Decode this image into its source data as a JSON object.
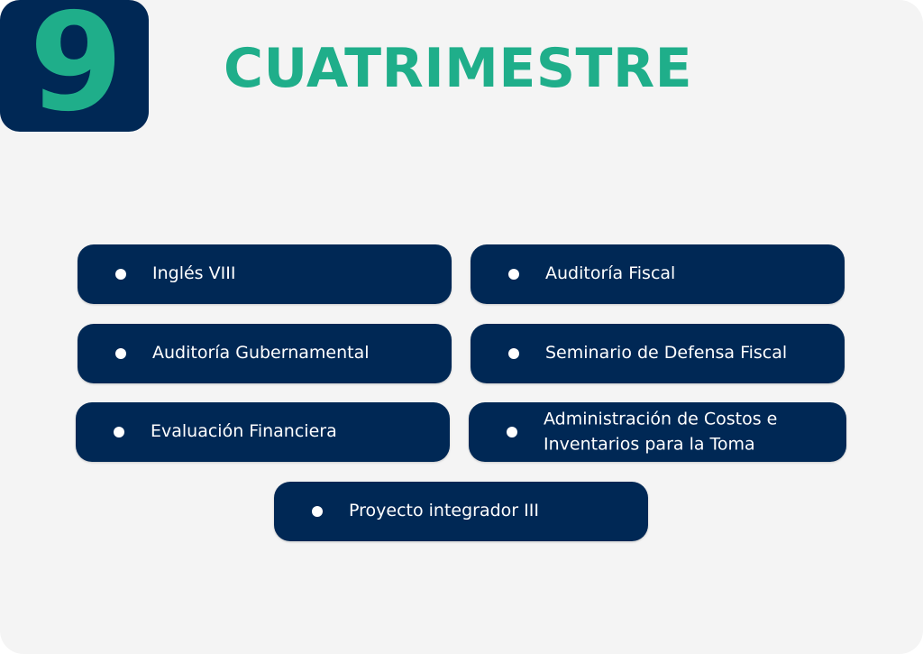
{
  "badge": {
    "number": "9"
  },
  "title": "CUATRIMESTRE",
  "colors": {
    "navy": "#002855",
    "accent_green": "#1fae8a",
    "background": "#f4f4f4"
  },
  "subjects": [
    {
      "label": "Inglés VIII"
    },
    {
      "label": "Auditoría Fiscal"
    },
    {
      "label": "Auditoría Gubernamental"
    },
    {
      "label": "Seminario de Defensa Fiscal"
    },
    {
      "label": "Evaluación Financiera"
    },
    {
      "label": "Administración de Costos e\nInventarios para la Toma"
    },
    {
      "label": "Proyecto integrador III"
    }
  ]
}
